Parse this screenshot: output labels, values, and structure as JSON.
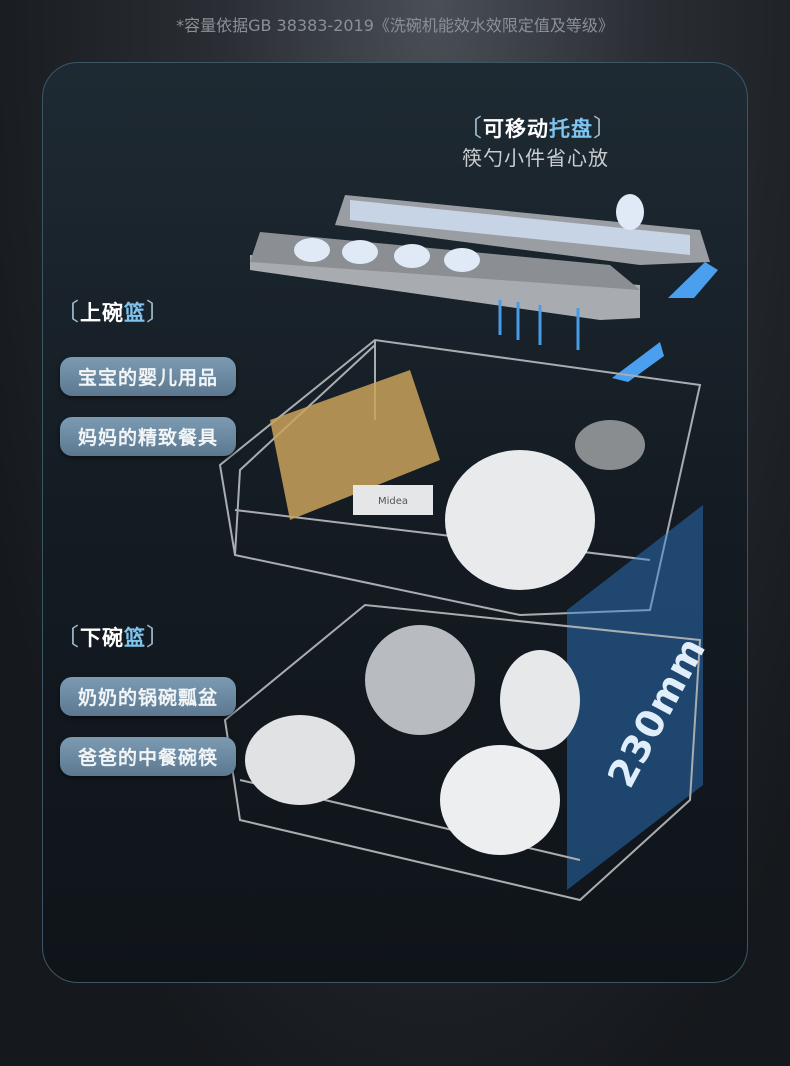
{
  "footnote": "*容量依据GB 38383-2019《洗碗机能效水效限定值及等级》",
  "tray": {
    "title_white": "可移动",
    "title_blue": "托盘",
    "subtitle": "筷勺小件省心放"
  },
  "upper_rack": {
    "title_white": "上碗",
    "title_blue": "篮",
    "items": [
      "宝宝的婴儿用品",
      "妈妈的精致餐具"
    ]
  },
  "lower_rack": {
    "title_white": "下碗",
    "title_blue": "篮",
    "items": [
      "奶奶的锅碗瓢盆",
      "爸爸的中餐碗筷"
    ]
  },
  "height_badge": "230mm",
  "brand_logo": "Midea",
  "bracket_left": "〔",
  "bracket_right": "〕",
  "colors": {
    "accent": "#7ec4ef",
    "pill": "#6a879e",
    "height_box": "#2f7fd0"
  }
}
